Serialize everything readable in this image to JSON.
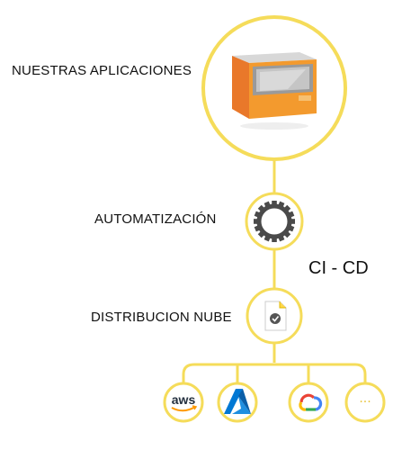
{
  "labels": {
    "apps": "NUESTRAS APLICACIONES",
    "automation": "AUTOMATIZACIÓN",
    "cloud": "DISTRIBUCION NUBE",
    "cicd": "CI - CD"
  },
  "providers": [
    {
      "name": "aws",
      "icon": "aws-logo-icon"
    },
    {
      "name": "azure",
      "icon": "azure-logo-icon"
    },
    {
      "name": "google-cloud",
      "icon": "google-cloud-logo-icon"
    },
    {
      "name": "more",
      "text": "···",
      "icon": "ellipsis-icon"
    }
  ],
  "colors": {
    "line": "#f5dc5a",
    "box_orange": "#f39a2e",
    "gear": "#4a4a4a",
    "aws_orange": "#ff9900",
    "azure_blue": "#0078d4"
  }
}
